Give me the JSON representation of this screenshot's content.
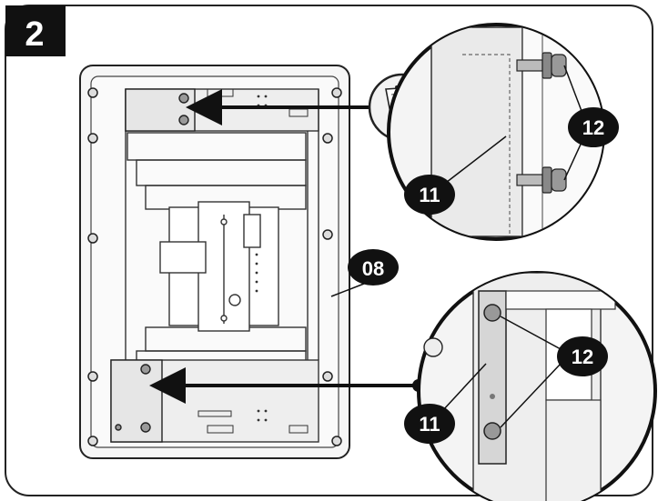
{
  "step": {
    "number": "2"
  },
  "callouts": {
    "panel": "08",
    "bracket_top": "11",
    "screws_top": "12",
    "bracket_bottom": "11",
    "screws_bottom": "12"
  },
  "icons": {
    "manual": "manual-page-icon",
    "arrow": "arrow-left-icon"
  },
  "colors": {
    "line": "#111111",
    "badge": "#111111",
    "badge_text": "#ffffff",
    "panel_fill": "#f4f4f4",
    "zoom_fill": "#f2f2f2"
  }
}
